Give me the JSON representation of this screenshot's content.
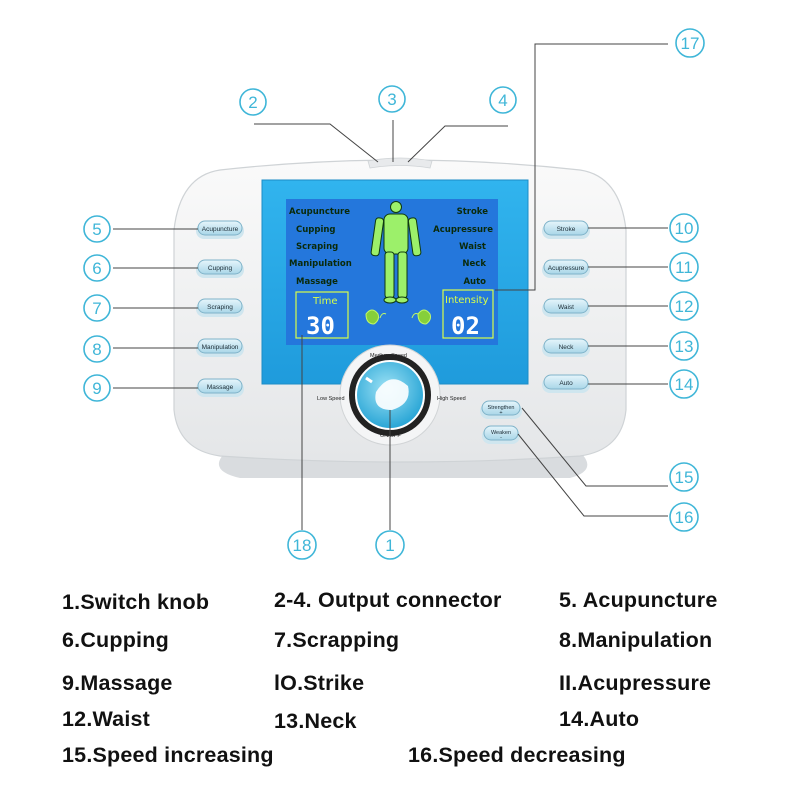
{
  "device": {
    "left_buttons": [
      {
        "num": "5",
        "label": "Acupuncture"
      },
      {
        "num": "6",
        "label": "Cupping"
      },
      {
        "num": "7",
        "label": "Scraping"
      },
      {
        "num": "8",
        "label": "Manipulation"
      },
      {
        "num": "9",
        "label": "Massage"
      }
    ],
    "right_buttons": [
      {
        "num": "10",
        "label": "Stroke"
      },
      {
        "num": "11",
        "label": "Acupressure"
      },
      {
        "num": "12",
        "label": "Waist"
      },
      {
        "num": "13",
        "label": "Neck"
      },
      {
        "num": "14",
        "label": "Auto"
      }
    ],
    "lcd": {
      "left_modes": [
        "Acupuncture",
        "Cupping",
        "Scraping",
        "Manipulation",
        "Massage"
      ],
      "right_modes": [
        "Stroke",
        "Acupressure",
        "Waist",
        "Neck",
        "Auto"
      ],
      "time_label": "Time",
      "time_value": "30",
      "intensity_label": "Intensity",
      "intensity_value": "02"
    },
    "dial": {
      "medium": "Medium Speed",
      "low": "Low Speed",
      "high": "High Speed",
      "onoff": "ON/OFF"
    },
    "strengthen_label": "Strengthen",
    "strengthen_sign": "+",
    "weaken_label": "Weaken",
    "weaken_sign": "-"
  },
  "callouts": {
    "top": [
      "2",
      "3",
      "4"
    ],
    "n17": "17",
    "n15": "15",
    "n16": "16",
    "n18": "18",
    "n1": "1"
  },
  "legend": {
    "row1": [
      "1.Switch knob",
      "2-4. Output connector",
      "5. Acupuncture"
    ],
    "row2": [
      "6.Cupping",
      "7.Scrapping",
      "8.Manipulation"
    ],
    "row3": [
      "9.Massage",
      "lO.Strike",
      "II.Acupressure"
    ],
    "row4": [
      "12.Waist",
      "13.Neck",
      "14.Auto"
    ],
    "row5": [
      "15.Speed increasing",
      "16.Speed decreasing"
    ]
  },
  "colors": {
    "accent": "#3fb6d8",
    "lcd_blue": "#27a8e6",
    "lcd_inner": "#1d6fd6",
    "button_blue": "#bfe3f0"
  }
}
